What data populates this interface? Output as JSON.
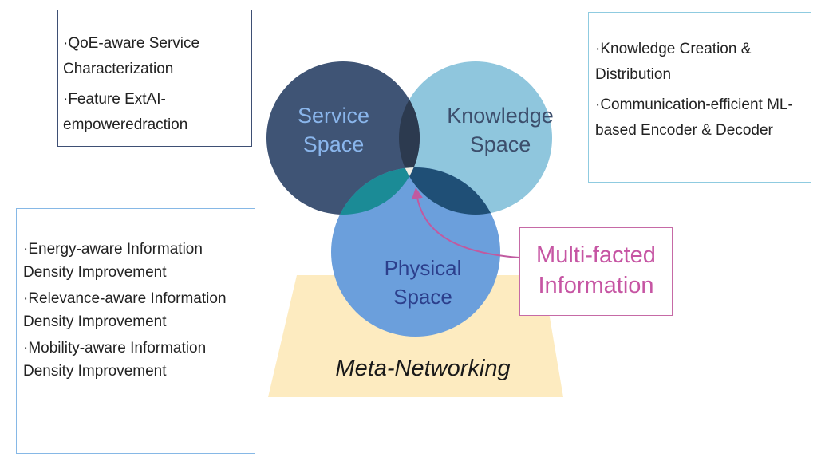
{
  "service_box": {
    "items": [
      "·QoE-aware Service Characterization",
      "·Feature ExtAI-empoweredraction"
    ]
  },
  "knowledge_box": {
    "items": [
      "·Knowledge Creation & Distribution",
      "·Communication-efficient ML-based Encoder & Decoder"
    ]
  },
  "physical_box": {
    "items": [
      "·Energy-aware Information Density Improvement",
      "·Relevance-aware Information Density Improvement",
      "·Mobility-aware Information Density Improvement"
    ]
  },
  "circles": {
    "service": {
      "line1": "Service",
      "line2": "Space"
    },
    "knowledge": {
      "line1": "Knowledge",
      "line2": "Space"
    },
    "physical": {
      "line1": "Physical",
      "line2": "Space"
    }
  },
  "center_label": {
    "line1": "Multi-facted",
    "line2": "Information"
  },
  "base_label": "Meta-Networking",
  "colors": {
    "service": "#3f5475",
    "knowledge": "#8fc6dd",
    "physical": "#6b9fdc",
    "center": "#f0eee4",
    "base": "#fdebc0",
    "arrow": "#c05aa0"
  }
}
